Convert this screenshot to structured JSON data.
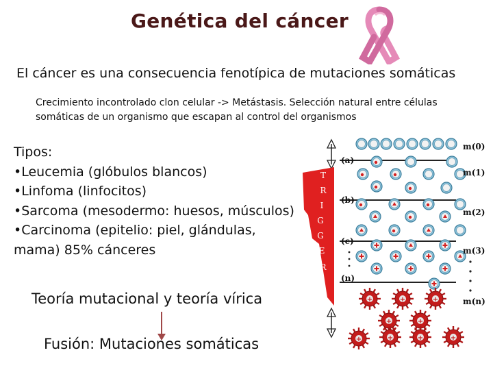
{
  "title": "Genética del cáncer",
  "subtitle": "El cáncer es una consecuencia fenotípica de mutaciones somáticas",
  "description": "Crecimiento incontrolado clon celular -> Metástasis. Selección natural entre células somáticas de un organismo que escapan al control del organismos",
  "types": {
    "heading": "Tipos:",
    "items": [
      "•Leucemia (glóbulos blancos)",
      "•Linfoma (linfocitos)",
      "•Sarcoma (mesodermo: huesos, músculos)",
      "•Carcinoma (epitelio: piel, glándulas,",
      "mama) 85% cánceres"
    ]
  },
  "theory": "Teoría mutacional y teoría vírica",
  "fusion": "Fusión: Mutaciones somáticas",
  "diagram": {
    "trigger_letters": [
      "T",
      "R",
      "I",
      "G",
      "G",
      "E",
      "R"
    ],
    "stage_labels": [
      "(a)",
      "(b)",
      "(c)",
      "(n)"
    ],
    "mutation_labels": [
      "m(0)",
      "m(1)",
      "m(2)",
      "m(3)",
      "m(n)"
    ],
    "colors": {
      "trigger": "#e02020",
      "cell": "#5aa6c8",
      "mutant": "#d42020",
      "ribbon": "#e58ab8"
    }
  }
}
